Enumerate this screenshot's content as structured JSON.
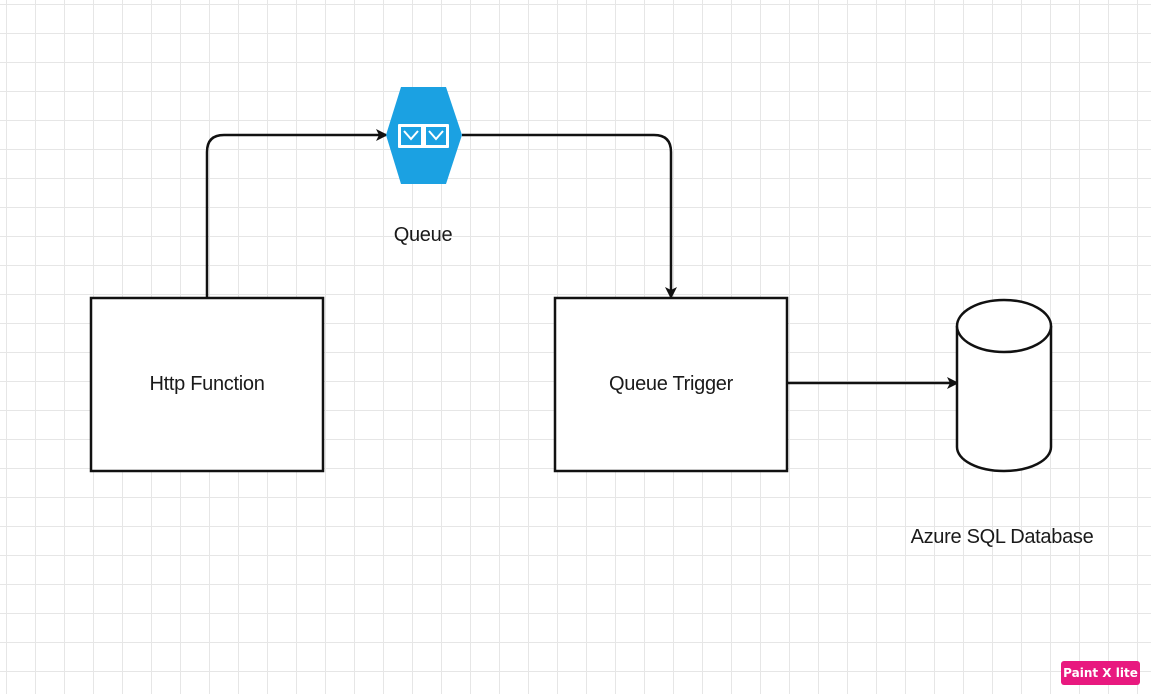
{
  "diagram": {
    "nodes": {
      "http_function": {
        "label": "Http Function"
      },
      "queue": {
        "label": "Queue",
        "icon": "queue-icon",
        "color": "#1ba1e2"
      },
      "queue_trigger": {
        "label": "Queue Trigger"
      },
      "database": {
        "label": "Azure SQL Database",
        "icon": "database-icon"
      }
    },
    "edges": [
      {
        "from": "Http Function",
        "to": "Queue"
      },
      {
        "from": "Queue",
        "to": "Queue Trigger"
      },
      {
        "from": "Queue Trigger",
        "to": "Azure SQL Database"
      }
    ]
  },
  "watermark": {
    "text": "Paint X lite",
    "color": "#e8197f"
  }
}
